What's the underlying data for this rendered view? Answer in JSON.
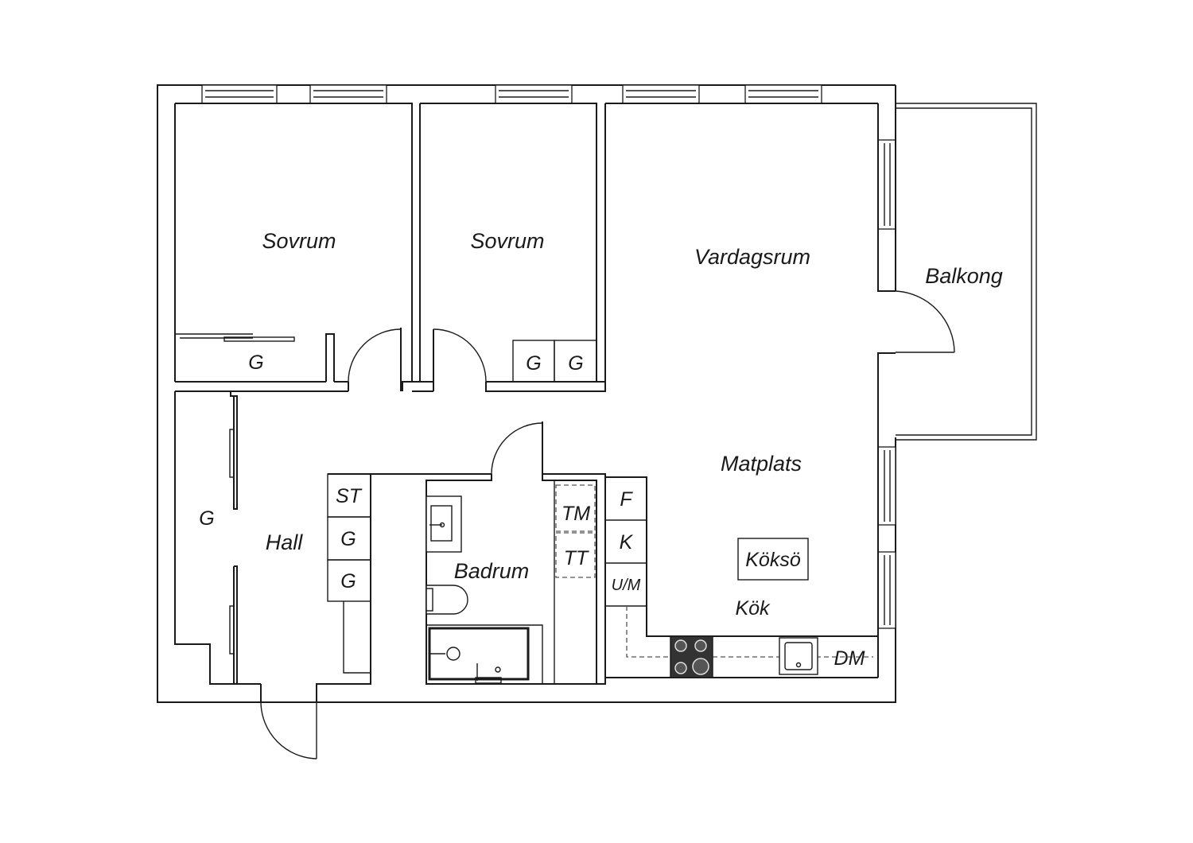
{
  "rooms": {
    "sovrum_1": "Sovrum",
    "sovrum_2": "Sovrum",
    "vardagsrum": "Vardagsrum",
    "balkong": "Balkong",
    "matplats": "Matplats",
    "hall": "Hall",
    "badrum": "Badrum",
    "kok": "Kök"
  },
  "fixtures": {
    "garderob_sovrum1": "G",
    "garderob_sovrum2_a": "G",
    "garderob_sovrum2_b": "G",
    "garderob_hall_left": "G",
    "stadskap": "ST",
    "garderob_hall_1": "G",
    "garderob_hall_2": "G",
    "tvattmaskin": "TM",
    "torktumlare": "TT",
    "frys": "F",
    "kyl": "K",
    "ugn_mikro": "U/M",
    "koksö": "Köksö",
    "diskmaskin": "DM"
  },
  "colors": {
    "line": "#1a1a1a",
    "background": "#ffffff",
    "stove_top": "#333333"
  }
}
